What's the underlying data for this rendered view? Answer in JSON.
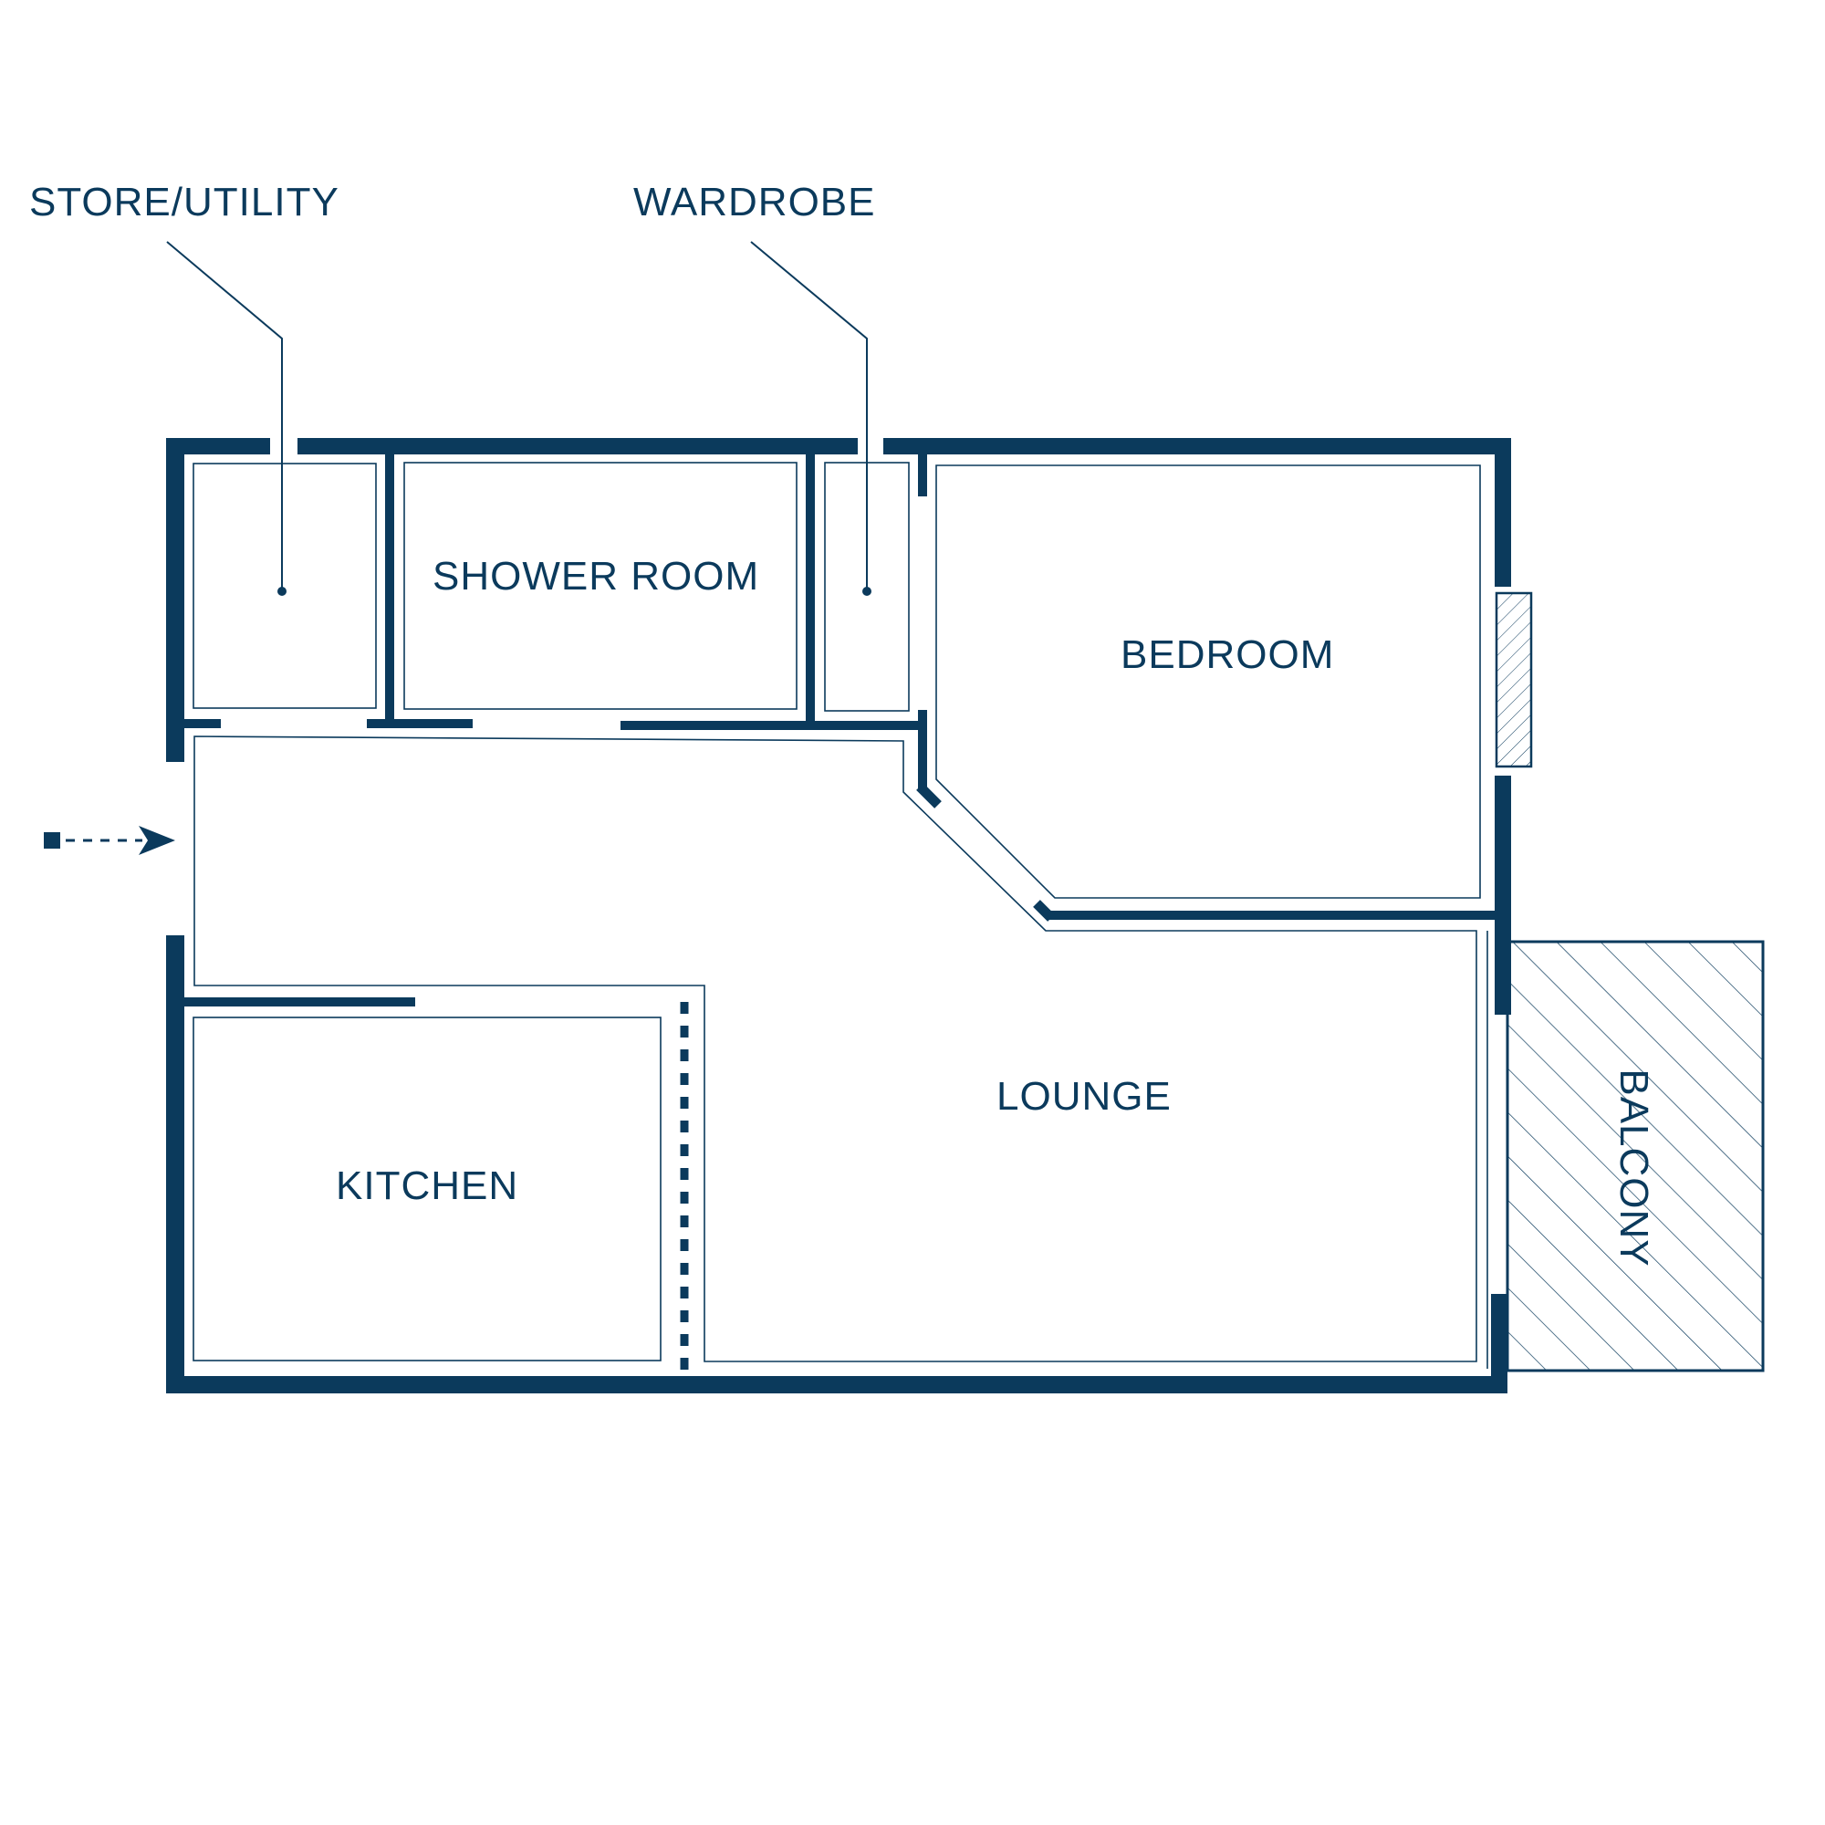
{
  "colors": {
    "wall": "#0b3a5c",
    "line": "#0b3a5c",
    "background": "#ffffff"
  },
  "labels": {
    "store_utility": "STORE/UTILITY",
    "wardrobe": "WARDROBE",
    "shower_room": "SHOWER ROOM",
    "bedroom": "BEDROOM",
    "lounge": "LOUNGE",
    "kitchen": "KITCHEN",
    "balcony": "BALCONY"
  },
  "icons": {
    "entrance": "entrance-arrow-icon"
  }
}
